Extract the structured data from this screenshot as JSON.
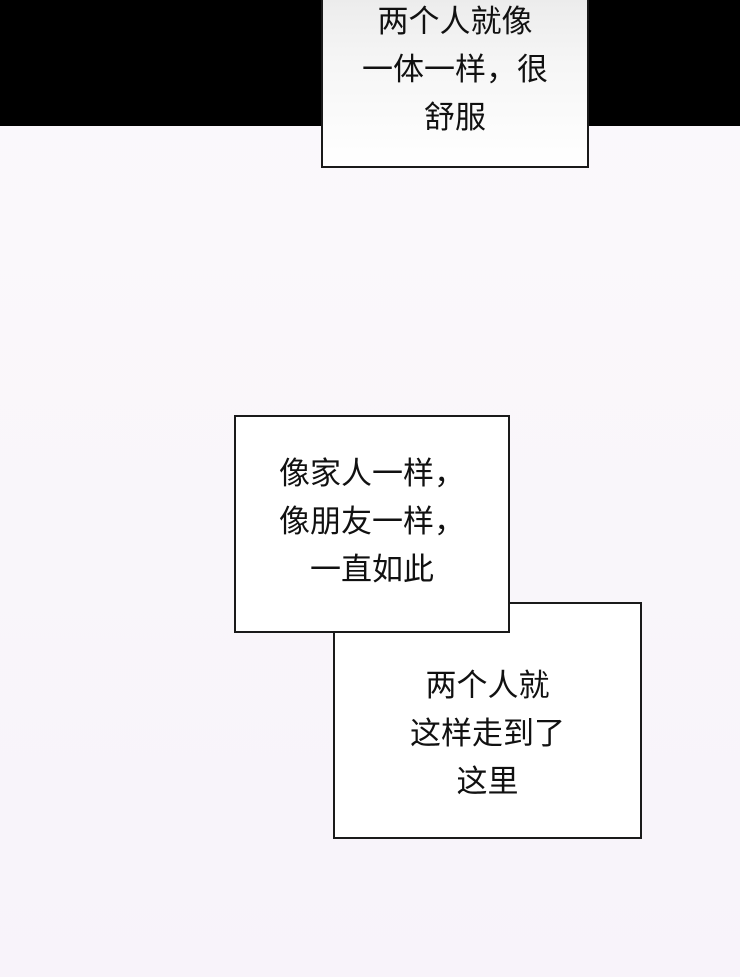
{
  "panel": {
    "caption_top": {
      "lines": [
        "两个人就像",
        "一体一样，很",
        "舒服"
      ]
    },
    "caption_middle": {
      "lines": [
        "像家人一样，",
        "像朋友一样，",
        "一直如此"
      ]
    },
    "caption_bottom": {
      "lines": [
        "两个人就",
        "这样走到了",
        "这里"
      ]
    }
  },
  "colors": {
    "top_band": "#000000",
    "background": "#f9f6fa",
    "caption_fill": "#ffffff",
    "caption_border": "#1a1a1a",
    "text": "#111111"
  }
}
